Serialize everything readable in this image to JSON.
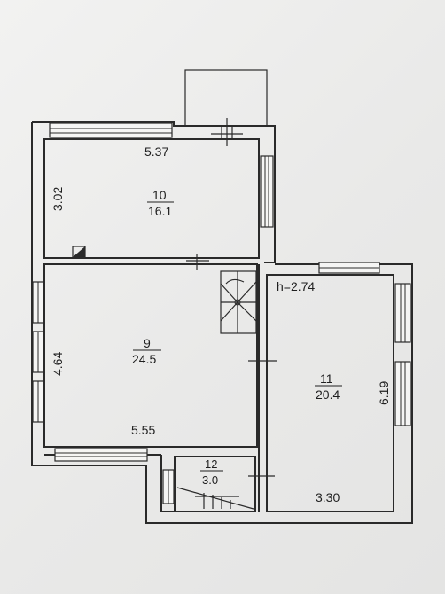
{
  "plan": {
    "ceiling_height": "h=2.74",
    "rooms": [
      {
        "id": "10",
        "number": "10",
        "area": "16.1",
        "dims": [
          "5.37",
          "3.02"
        ]
      },
      {
        "id": "9",
        "number": "9",
        "area": "24.5",
        "dims": [
          "5.55",
          "4.64"
        ]
      },
      {
        "id": "11",
        "number": "11",
        "area": "20.4",
        "dims": [
          "3.30",
          "6.19"
        ]
      },
      {
        "id": "12",
        "number": "12",
        "area": "3.0",
        "dims": []
      }
    ]
  }
}
